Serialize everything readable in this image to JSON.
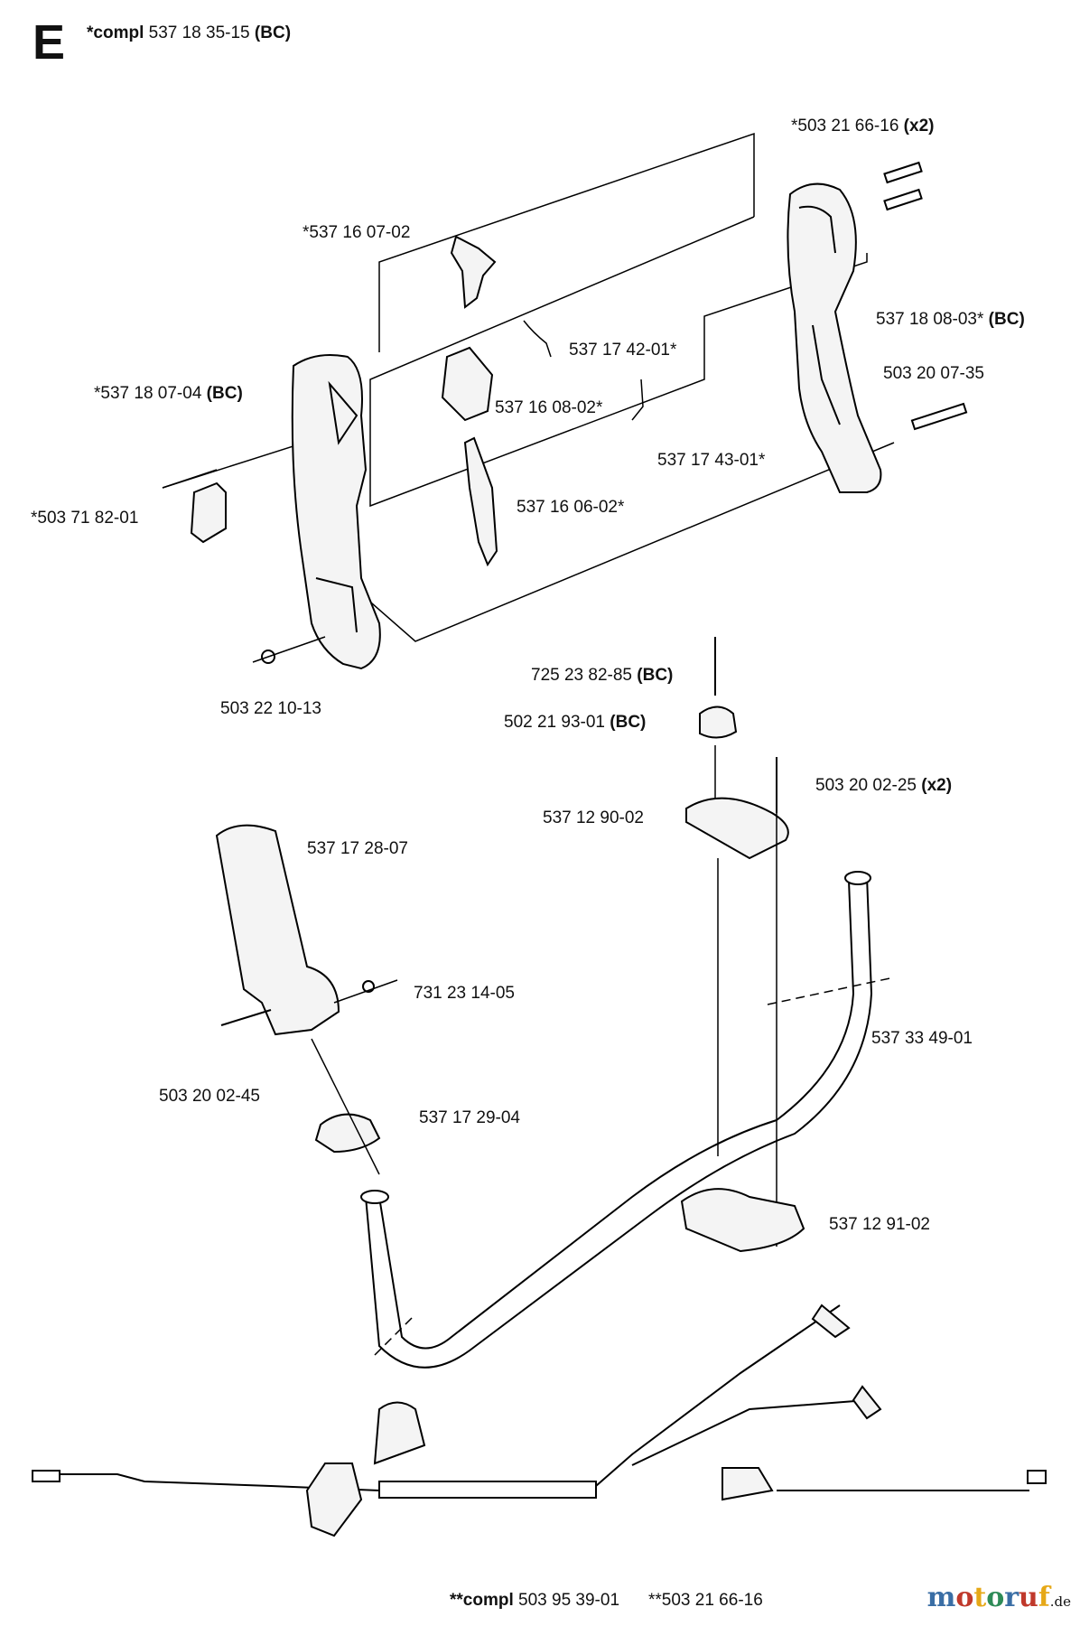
{
  "section": {
    "letter": "E",
    "compl_prefix": "*compl",
    "compl_number": "537 18 35-15",
    "compl_suffix": "(BC)"
  },
  "parts": [
    {
      "number": "*503 21 66-16",
      "qualifier": "(x2)"
    },
    {
      "number": "*537 16 07-02",
      "qualifier": ""
    },
    {
      "number": "537 18 08-03*",
      "qualifier": "(BC)"
    },
    {
      "number": "537 17 42-01*",
      "qualifier": ""
    },
    {
      "number": "503 20 07-35",
      "qualifier": ""
    },
    {
      "number": "*537 18 07-04",
      "qualifier": "(BC)"
    },
    {
      "number": "537 16 08-02*",
      "qualifier": ""
    },
    {
      "number": "537 17 43-01*",
      "qualifier": ""
    },
    {
      "number": "*503 71 82-01",
      "qualifier": ""
    },
    {
      "number": "537 16 06-02*",
      "qualifier": ""
    },
    {
      "number": "503 22 10-13",
      "qualifier": ""
    },
    {
      "number": "725 23 82-85",
      "qualifier": "(BC)"
    },
    {
      "number": "502 21 93-01",
      "qualifier": "(BC)"
    },
    {
      "number": "503 20 02-25",
      "qualifier": "(x2)"
    },
    {
      "number": "537 12 90-02",
      "qualifier": ""
    },
    {
      "number": "537 17 28-07",
      "qualifier": ""
    },
    {
      "number": "731 23 14-05",
      "qualifier": ""
    },
    {
      "number": "537 33 49-01",
      "qualifier": ""
    },
    {
      "number": "503 20 02-45",
      "qualifier": ""
    },
    {
      "number": "537 17 29-04",
      "qualifier": ""
    },
    {
      "number": "537 12 91-02",
      "qualifier": ""
    },
    {
      "number": "503 95 39-01",
      "qualifier": ""
    },
    {
      "number": "**503 21 66-16",
      "qualifier": ""
    }
  ],
  "cable_compl": {
    "prefix": "**compl",
    "number": "503 95 39-01"
  },
  "watermark": {
    "name": "motoruf",
    "tld": ".de",
    "colors": [
      "#3a6ea5",
      "#c0392b",
      "#e6a817",
      "#2e8b57"
    ]
  }
}
